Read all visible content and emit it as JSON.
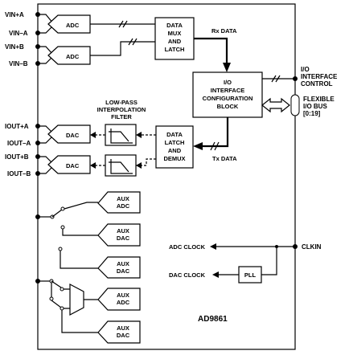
{
  "pins_left": [
    "VIN+A",
    "VIN–A",
    "VIN+B",
    "VIN–B",
    "IOUT+A",
    "IOUT–A",
    "IOUT+B",
    "IOUT–B"
  ],
  "pins_right": {
    "io_interface_control": [
      "I/O",
      "INTERFACE",
      "CONTROL"
    ],
    "flexible_io_bus": [
      "FLEXIBLE",
      "I/O BUS",
      "[0:19]"
    ],
    "clkin": "CLKIN"
  },
  "blocks": {
    "adc_a": "ADC",
    "adc_b": "ADC",
    "dac_a": "DAC",
    "dac_b": "DAC",
    "data_mux_latch": [
      "DATA",
      "MUX",
      "AND",
      "LATCH"
    ],
    "io_config_block": [
      "I/O",
      "INTERFACE",
      "CONFIGURATION",
      "BLOCK"
    ],
    "data_latch_demux": [
      "DATA",
      "LATCH",
      "AND",
      "DEMUX"
    ],
    "lpf_title": [
      "LOW-PASS",
      "INTERPOLATION",
      "FILTER"
    ],
    "pll": "PLL",
    "aux_adc_1": [
      "AUX",
      "ADC"
    ],
    "aux_dac_1": [
      "AUX",
      "DAC"
    ],
    "aux_dac_2": [
      "AUX",
      "DAC"
    ],
    "aux_adc_2": [
      "AUX",
      "ADC"
    ],
    "aux_dac_3": [
      "AUX",
      "DAC"
    ]
  },
  "signals": {
    "rx_data": "Rx DATA",
    "tx_data": "Tx DATA",
    "adc_clock": "ADC CLOCK",
    "dac_clock": "DAC CLOCK"
  },
  "part_number": "AD9861",
  "colors": {
    "line": "#000000",
    "background": "#ffffff"
  }
}
